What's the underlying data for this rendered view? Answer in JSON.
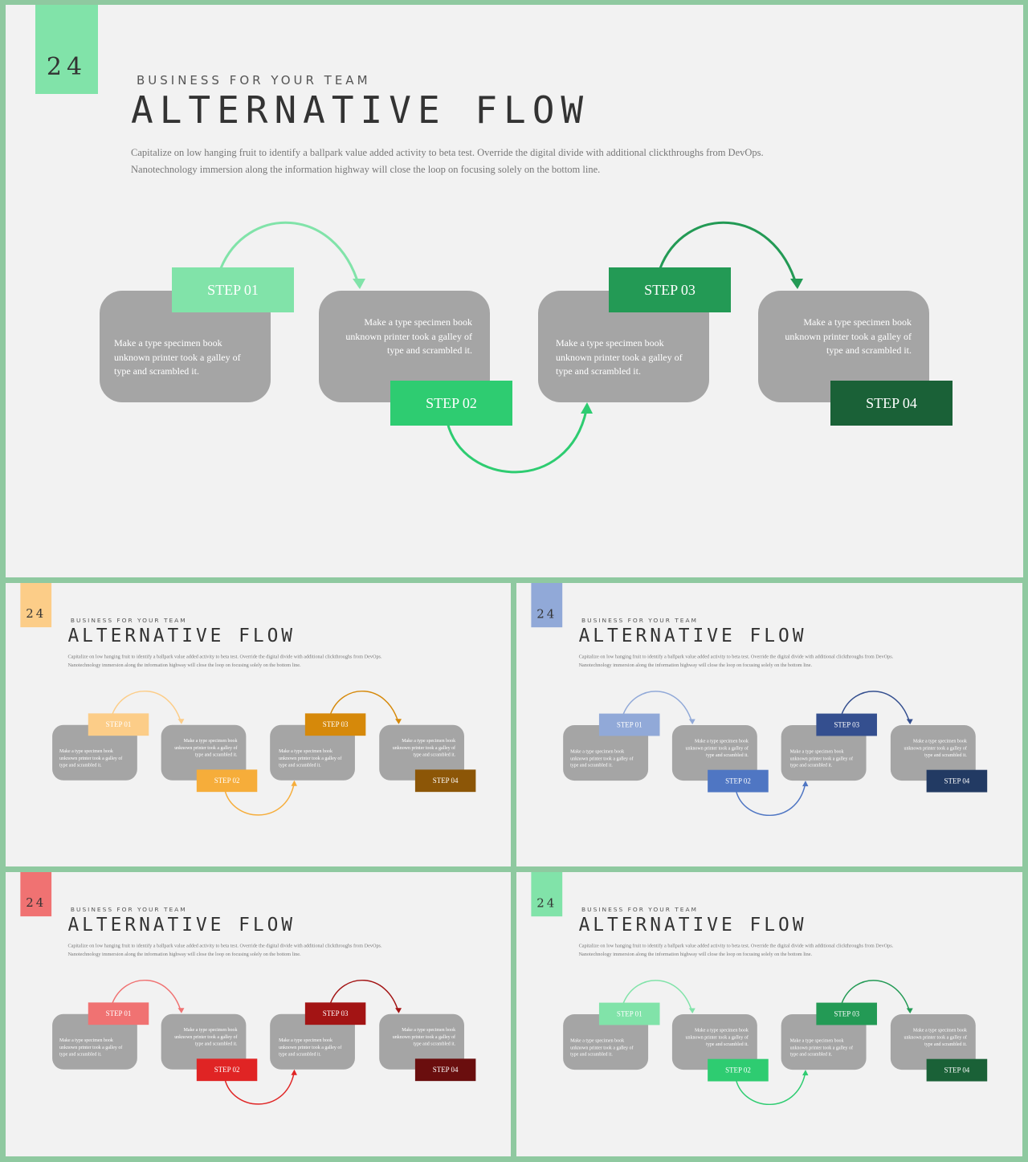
{
  "slide": {
    "number": "24",
    "kicker": "BUSINESS FOR YOUR TEAM",
    "title": "ALTERNATIVE FLOW",
    "description": [
      "Capitalize on low hanging fruit to identify a ballpark value added activity to beta test. Override the digital divide with additional clickthroughs from DevOps.",
      "Nanotechnology immersion along the information highway will close the loop on focusing solely on the bottom line."
    ],
    "cards": [
      {
        "text": "Make a type specimen book unknown printer took a galley of type and scrambled it."
      },
      {
        "text": "Make a type specimen book unknown printer took a galley of type and scrambled it."
      },
      {
        "text": "Make a type specimen book unknown printer took a galley of type and scrambled it."
      },
      {
        "text": "Make a type specimen book unknown printer took a galley of type and scrambled it."
      }
    ],
    "steps": [
      "STEP 01",
      "STEP 02",
      "STEP 03",
      "STEP 04"
    ]
  },
  "themes": [
    {
      "tag": "#81e3a9",
      "step_colors": [
        "#81e3a9",
        "#2ecc71",
        "#239a55",
        "#1a6137"
      ],
      "arc_colors": [
        "#81e3a9",
        "#2ecc71",
        "#239a55"
      ]
    },
    {
      "tag": "#fccd88",
      "step_colors": [
        "#fccd88",
        "#f6ad3a",
        "#d6890a",
        "#8c5607"
      ],
      "arc_colors": [
        "#fccd88",
        "#f6ad3a",
        "#d6890a"
      ]
    },
    {
      "tag": "#91a9d8",
      "step_colors": [
        "#91a9d8",
        "#4f76c3",
        "#344f8f",
        "#223a63"
      ],
      "arc_colors": [
        "#91a9d8",
        "#4f76c3",
        "#344f8f"
      ]
    },
    {
      "tag": "#f07272",
      "step_colors": [
        "#f07272",
        "#e02424",
        "#a31414",
        "#6a0e0e"
      ],
      "arc_colors": [
        "#f07272",
        "#e02424",
        "#a31414"
      ]
    },
    {
      "tag": "#81e3a9",
      "step_colors": [
        "#81e3a9",
        "#2ecc71",
        "#239a55",
        "#1a6137"
      ],
      "arc_colors": [
        "#81e3a9",
        "#2ecc71",
        "#239a55"
      ]
    }
  ]
}
